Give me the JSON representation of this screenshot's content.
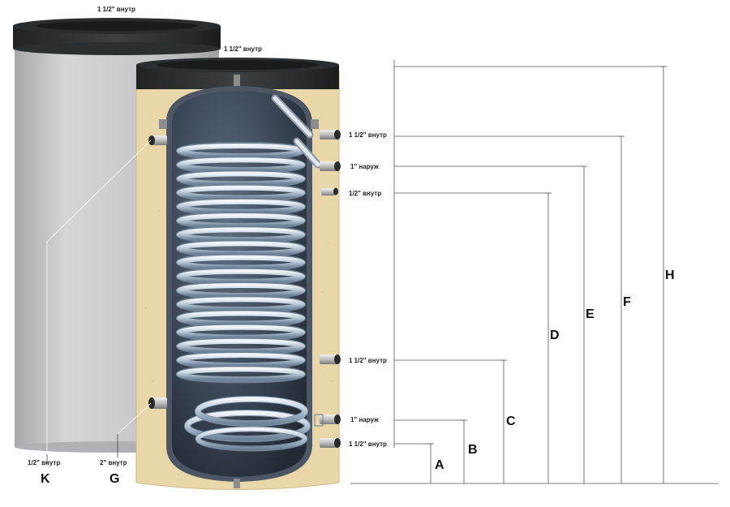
{
  "labels": {
    "top_back": "1 1/2\" внутр",
    "top_front": "1 1/2\" внутр",
    "port_upper_1": "1 1/2\" внутр",
    "port_upper_2": "1\" наруж",
    "port_upper_3": "1/2\" внутр",
    "port_lower_1": "1 1/2\" внутр",
    "port_lower_2": "1\" наруж",
    "port_lower_3": "1 1/2\" внутр",
    "left_k": "1/2\" внутр",
    "left_g": "2\" внутр"
  },
  "dimensions": {
    "A": "A",
    "B": "B",
    "C": "C",
    "D": "D",
    "E": "E",
    "F": "F",
    "H": "H",
    "K": "K",
    "G": "G"
  },
  "colors": {
    "outer_shell": "#c9c8cd",
    "cap": "#2e3133",
    "insulation": "#e9d7a9",
    "tank_interior": "#3f4a5a",
    "coil": "#c3d2e0"
  }
}
